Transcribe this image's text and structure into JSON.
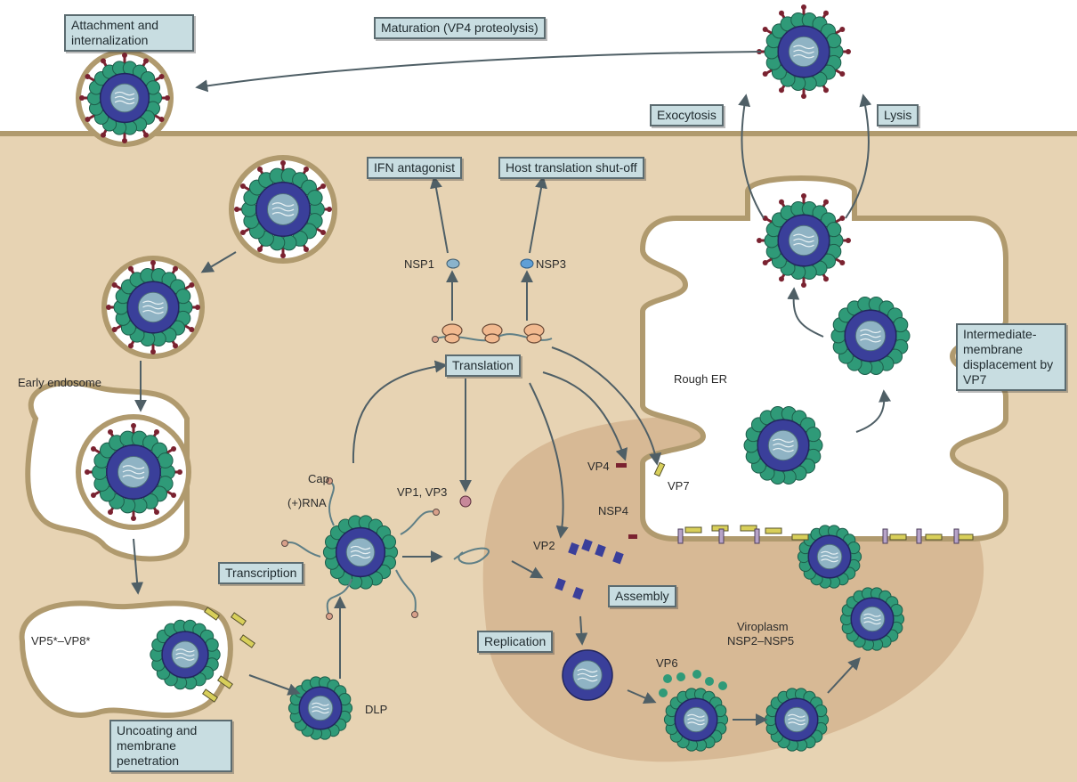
{
  "colors": {
    "cytoplasm": "#e7d3b3",
    "membrane": "#b09a6e",
    "viroplasm": "#d7b995",
    "arrow": "#4f5f66",
    "outer_capsid": "#2f9a78",
    "inner_capsid": "#3a3f9a",
    "core": "#8fb3c4",
    "spike": "#7a2230",
    "label_box": "#c8dde1"
  },
  "boxes": {
    "attachment": "Attachment and internalization",
    "maturation": "Maturation (VP4 proteolysis)",
    "exocytosis": "Exocytosis",
    "lysis": "Lysis",
    "ifn": "IFN antagonist",
    "host_shutoff": "Host translation shut-off",
    "translation": "Translation",
    "transcription": "Transcription",
    "assembly": "Assembly",
    "replication": "Replication",
    "uncoating": "Uncoating and membrane penetration",
    "intermediate": "Intermediate-membrane displacement by VP7"
  },
  "labels": {
    "nsp1": "NSP1",
    "nsp3": "NSP3",
    "early_endosome": "Early endosome",
    "rough_er": "Rough ER",
    "cap": "Cap",
    "rna": "(+)RNA",
    "vp1_vp3": "VP1, VP3",
    "vp4": "VP4",
    "vp7": "VP7",
    "nsp4": "NSP4",
    "vp2": "VP2",
    "vp6": "VP6",
    "vp5_vp8": "VP5*–VP8*",
    "dlp": "DLP",
    "viroplasm": "Viroplasm",
    "nsp2_nsp5": "NSP2–NSP5"
  }
}
